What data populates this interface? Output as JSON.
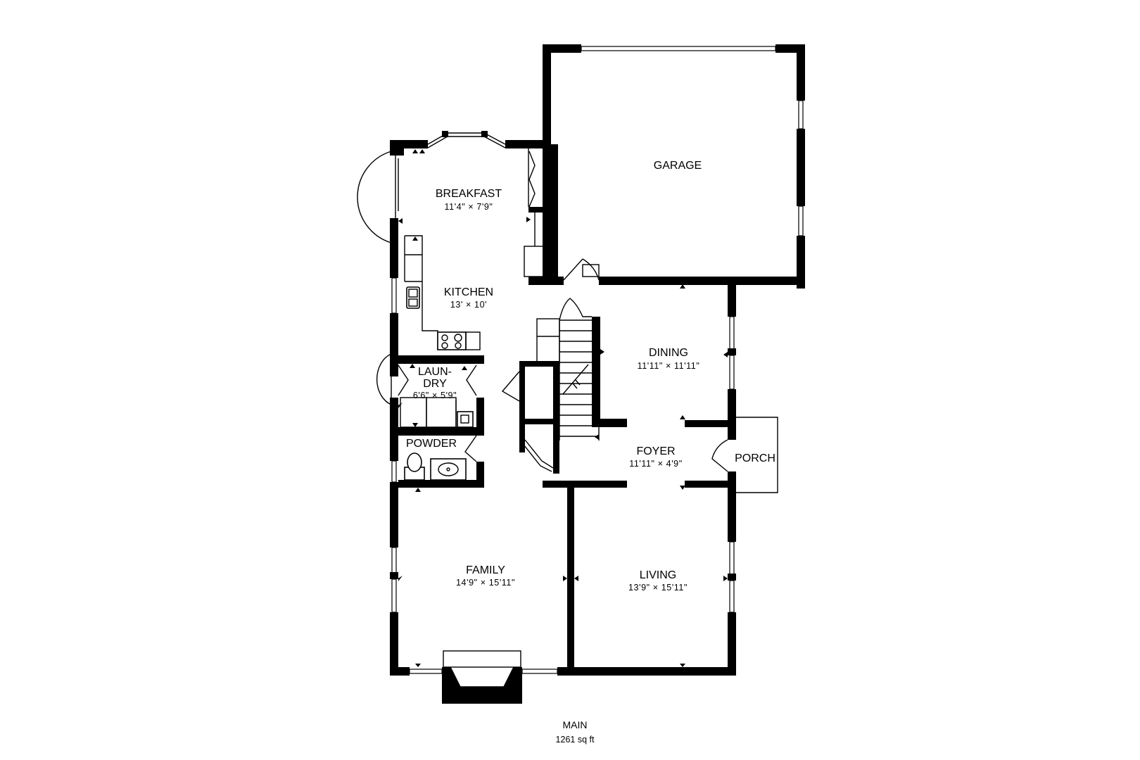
{
  "floor": {
    "name": "MAIN",
    "area": "1261 sq ft"
  },
  "rooms": {
    "garage": {
      "name": "GARAGE"
    },
    "breakfast": {
      "name": "BREAKFAST",
      "dims": "11'4\" × 7'9\""
    },
    "kitchen": {
      "name": "KITCHEN",
      "dims": "13' × 10'"
    },
    "dining": {
      "name": "DINING",
      "dims": "11'11\" × 11'11\""
    },
    "laundry": {
      "name_line1": "LAUN-",
      "name_line2": "DRY",
      "dims": "6'6\" × 5'9\""
    },
    "powder": {
      "name": "POWDER"
    },
    "foyer": {
      "name": "FOYER",
      "dims": "11'11\" × 4'9\""
    },
    "porch": {
      "name": "PORCH"
    },
    "family": {
      "name": "FAMILY",
      "dims": "14'9\" × 15'11\""
    },
    "living": {
      "name": "LIVING",
      "dims": "13'9\" × 15'11\""
    }
  }
}
